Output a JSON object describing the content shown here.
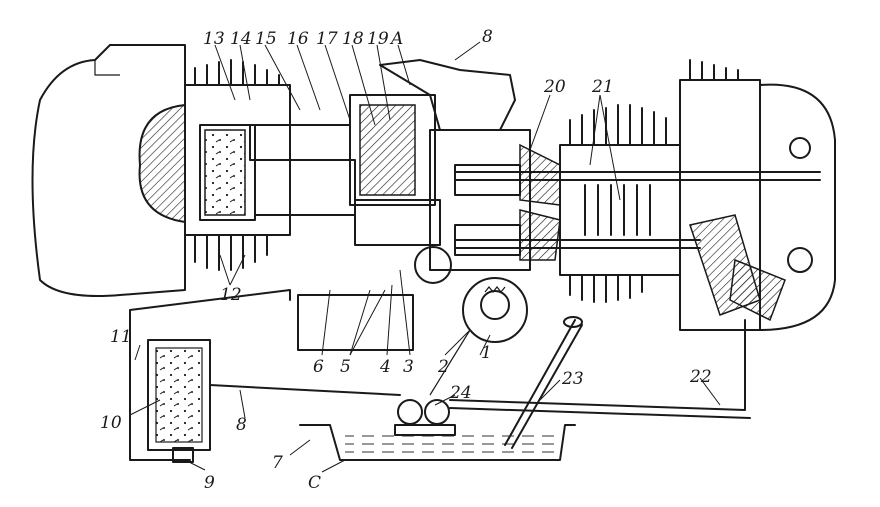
{
  "labels": {
    "l1": "1",
    "l2": "2",
    "l3": "3",
    "l4": "4",
    "l5": "5",
    "l6": "6",
    "l7": "7",
    "l8_top": "8",
    "l8_pipe": "8",
    "l9": "9",
    "l10": "10",
    "l11": "11",
    "l12": "12",
    "l13": "13",
    "l14": "14",
    "l15": "15",
    "l16": "16",
    "l17": "17",
    "l18": "18",
    "l19": "19",
    "lA": "A",
    "l20": "20",
    "l21": "21",
    "l22": "22",
    "l23": "23",
    "l24": "24",
    "lC": "C"
  }
}
